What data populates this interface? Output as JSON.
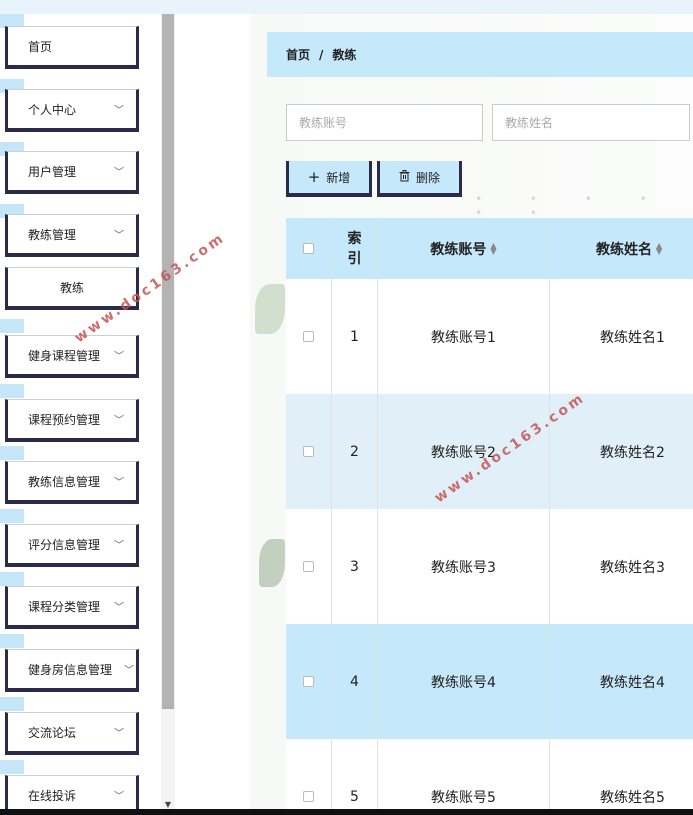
{
  "sidebar": {
    "items": [
      {
        "label": "首页",
        "has_chevron": false
      },
      {
        "label": "个人中心",
        "has_chevron": true
      },
      {
        "label": "用户管理",
        "has_chevron": true
      },
      {
        "label": "教练管理",
        "has_chevron": true
      },
      {
        "label": "教练",
        "has_chevron": false,
        "sub": true
      },
      {
        "label": "健身课程管理",
        "has_chevron": true
      },
      {
        "label": "课程预约管理",
        "has_chevron": true
      },
      {
        "label": "教练信息管理",
        "has_chevron": true
      },
      {
        "label": "评分信息管理",
        "has_chevron": true
      },
      {
        "label": "课程分类管理",
        "has_chevron": true
      },
      {
        "label": "健身房信息管理",
        "has_chevron": true
      },
      {
        "label": "交流论坛",
        "has_chevron": true
      },
      {
        "label": "在线投诉",
        "has_chevron": true
      }
    ]
  },
  "breadcrumb": {
    "home": "首页",
    "separator": "/",
    "current": "教练"
  },
  "search": {
    "account_placeholder": "教练账号",
    "name_placeholder": "教练姓名"
  },
  "actions": {
    "add_label": "新增",
    "add_icon": "+",
    "delete_label": "删除",
    "delete_icon": "trash-icon"
  },
  "table": {
    "headers": [
      "索引",
      "教练账号",
      "教练姓名"
    ],
    "rows": [
      {
        "index": "1",
        "account": "教练账号1",
        "name": "教练姓名1"
      },
      {
        "index": "2",
        "account": "教练账号2",
        "name": "教练姓名2"
      },
      {
        "index": "3",
        "account": "教练账号3",
        "name": "教练姓名3"
      },
      {
        "index": "4",
        "account": "教练账号4",
        "name": "教练姓名4"
      },
      {
        "index": "5",
        "account": "教练账号5",
        "name": "教练姓名5"
      }
    ],
    "row_colors": [
      "#ffffff",
      "#e1f0f8",
      "#ffffff",
      "#c6e8fb",
      "#ffffff"
    ]
  },
  "watermark": "www.doc163.com",
  "colors": {
    "accent": "#c6e8fb",
    "dark_border": "#2a2a4a",
    "watermark": "#c45555"
  }
}
